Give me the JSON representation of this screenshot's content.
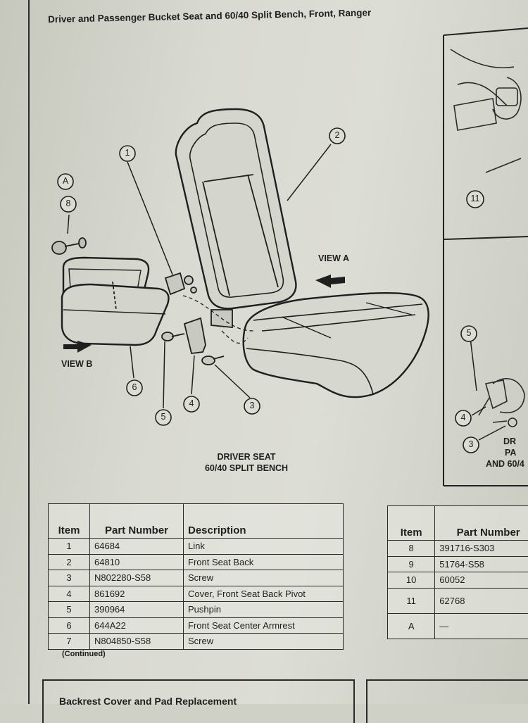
{
  "title": "Driver and Passenger Bucket Seat and 60/40 Split Bench, Front, Ranger",
  "diagram": {
    "view_a": "VIEW A",
    "view_b": "VIEW B",
    "caption_line1": "DRIVER SEAT",
    "caption_line2": "60/40 SPLIT BENCH",
    "callouts": [
      "1",
      "2",
      "3",
      "4",
      "5",
      "6",
      "8",
      "A"
    ],
    "right_callouts": [
      "11",
      "5",
      "4",
      "3"
    ],
    "right_caption_line1": "DR",
    "right_caption_line2": "PA",
    "right_caption_line3": "AND 60/4"
  },
  "table_left": {
    "headers": [
      "Item",
      "Part Number",
      "Description"
    ],
    "rows": [
      {
        "item": "1",
        "part": "64684",
        "desc": "Link"
      },
      {
        "item": "2",
        "part": "64810",
        "desc": "Front Seat Back"
      },
      {
        "item": "3",
        "part": "N802280-S58",
        "desc": "Screw"
      },
      {
        "item": "4",
        "part": "861692",
        "desc": "Cover, Front Seat Back Pivot"
      },
      {
        "item": "5",
        "part": "390964",
        "desc": "Pushpin"
      },
      {
        "item": "6",
        "part": "644A22",
        "desc": "Front Seat Center Armrest"
      },
      {
        "item": "7",
        "part": "N804850-S58",
        "desc": "Screw"
      }
    ],
    "continued": "(Continued)"
  },
  "table_right": {
    "headers": [
      "Item",
      "Part Number"
    ],
    "rows": [
      {
        "item": "8",
        "part": "391716-S303"
      },
      {
        "item": "9",
        "part": "51764-S58"
      },
      {
        "item": "10",
        "part": "60052"
      },
      {
        "item": "11",
        "part": "62768"
      },
      {
        "item": "A",
        "part": "—"
      }
    ]
  },
  "bottom_heading": "Backrest Cover and Pad Replacement"
}
